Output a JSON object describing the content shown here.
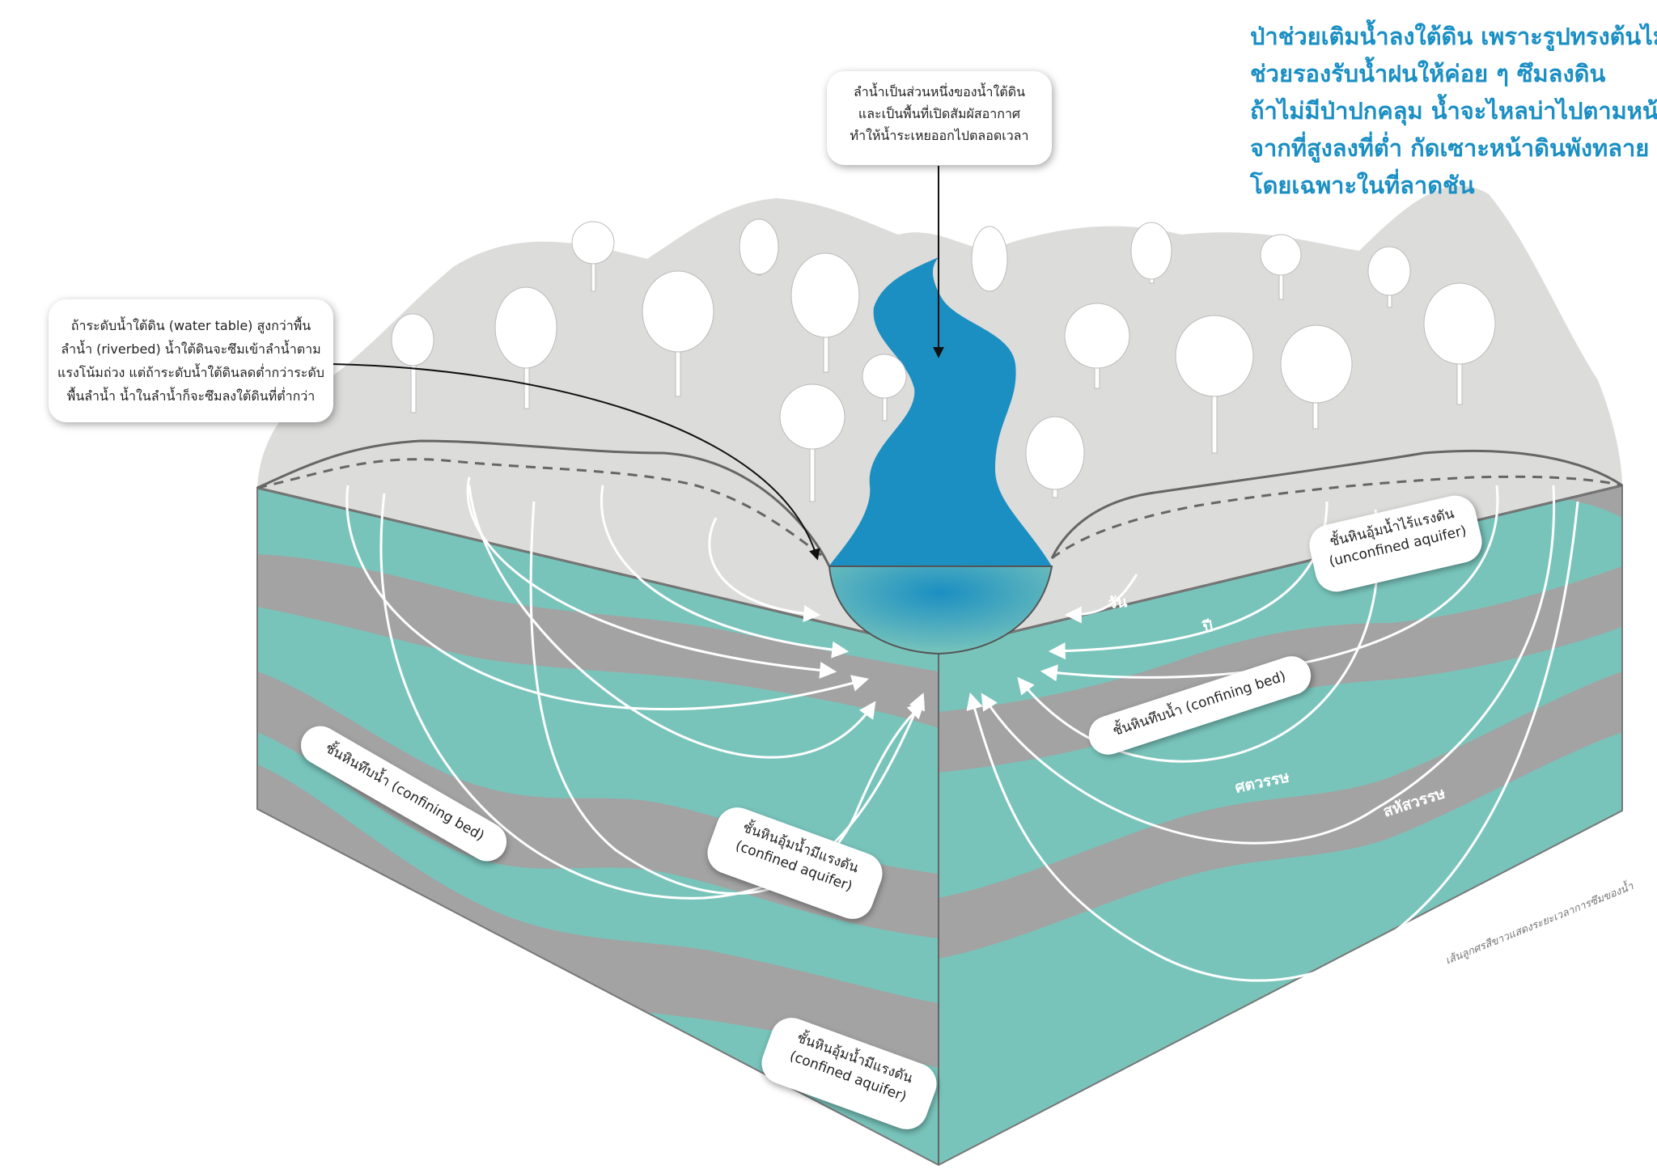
{
  "headline": {
    "lines": [
      "ป่าช่วยเติมน้ำลงใต้ดิน เพราะรูปทรงต้นไม้",
      "ช่วยรองรับน้ำฝนให้ค่อย ๆ ซึมลงดิน",
      "ถ้าไม่มีป่าปกคลุม น้ำจะไหลบ่าไปตามหน้าดิน",
      "จากที่สูงลงที่ต่ำ กัดเซาะหน้าดินพังทลาย",
      "โดยเฉพาะในที่ลาดชัน"
    ]
  },
  "callouts": {
    "stream": {
      "lines": [
        "ลำน้ำเป็นส่วนหนึ่งของน้ำใต้ดิน",
        "และเป็นพื้นที่เปิดสัมผัสอากาศ",
        "ทำให้น้ำระเหยออกไปตลอดเวลา"
      ]
    },
    "water_table": {
      "lines": [
        "ถ้าระดับน้ำใต้ดิน (water table) สูงกว่าพื้น",
        "ลำน้ำ (riverbed) น้ำใต้ดินจะซึมเข้าลำน้ำตาม",
        "แรงโน้มถ่วง แต่ถ้าระดับน้ำใต้ดินลดต่ำกว่าระดับ",
        "พื้นลำน้ำ น้ำในลำน้ำก็จะซึมลงใต้ดินที่ต่ำกว่า"
      ]
    }
  },
  "layer_labels": {
    "unconfined": [
      "ชั้นหินอุ้มน้ำไร้แรงดัน",
      "(unconfined aquifer)"
    ],
    "confining_right": [
      "ชั้นหินทึบน้ำ (confining bed)"
    ],
    "confining_left": [
      "ชั้นหินทึบน้ำ (confining bed)"
    ],
    "confined_mid": [
      "ชั้นหินอุ้มน้ำมีแรงดัน",
      "(confined aquifer)"
    ],
    "confined_low": [
      "ชั้นหินอุ้มน้ำมีแรงดัน",
      "(confined aquifer)"
    ]
  },
  "time_labels": {
    "day": "วัน",
    "year": "ปี",
    "century": "ศตวรรษ",
    "millennium": "สหัสวรรษ"
  },
  "credit": "เส้นลูกศรสีขาวแสดงระยะเวลาการซึมของน้ำ",
  "colors": {
    "aquifer": "#78c4bb",
    "confining": "#a3a3a3",
    "surface": "#dcdcda",
    "river": "#1b8fc2",
    "headline": "#1a8fc4",
    "flow_lines": "#ffffff"
  }
}
